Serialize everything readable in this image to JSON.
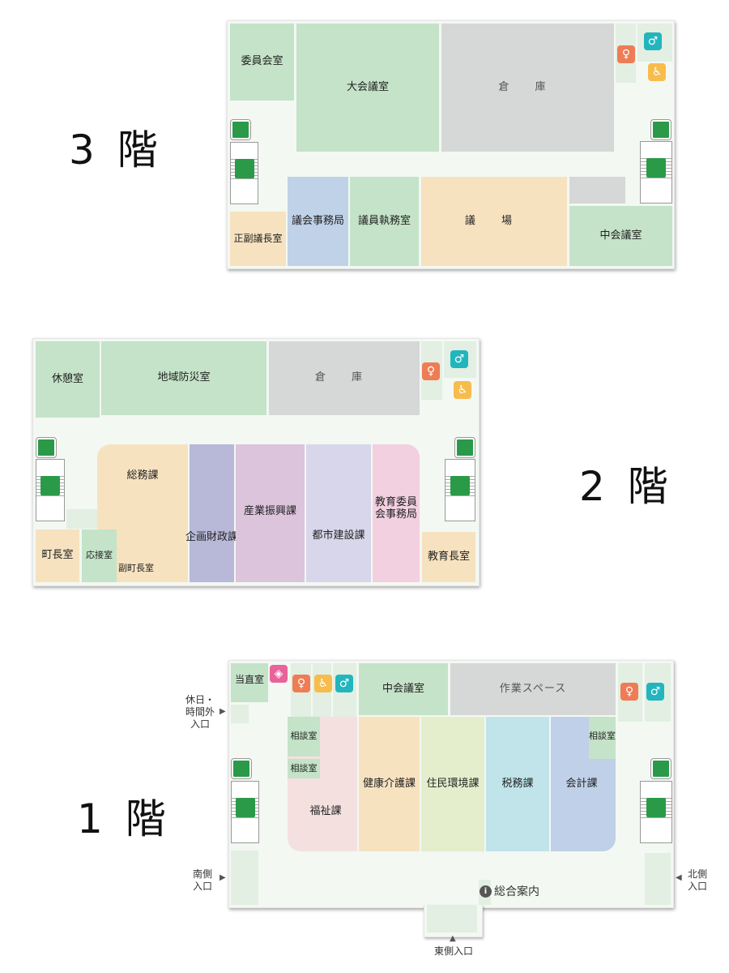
{
  "floors": {
    "f3": {
      "title": "3 階",
      "rooms": {
        "iinkai": "委員会室",
        "daikaigi": "大会議室",
        "souko": "倉 庫",
        "jimukyoku": "議会事務局",
        "shitsumu": "議員執務室",
        "gijo": "議 場",
        "chukaigi": "中会議室",
        "gichou": "正副議長室"
      }
    },
    "f2": {
      "title": "2 階",
      "rooms": {
        "kyukei": "休憩室",
        "bousai": "地域防災室",
        "souko": "倉 庫",
        "soumu": "総務課",
        "kikaku": "企画財政課",
        "sangyo": "産業振興課",
        "toshi": "都市建設課",
        "kyoiku": "教育委員会事務局",
        "chocho": "町長室",
        "osetsu": "応接室",
        "fukuchou": "副町長室",
        "kyoikucho": "教育長室"
      }
    },
    "f1": {
      "title": "1 階",
      "rooms": {
        "tochoku": "当直室",
        "chukaigi": "中会議室",
        "sagyo": "作業スペース",
        "sodan1": "相談室",
        "sodan2": "相談室",
        "sodan3": "相談室",
        "fukushi": "福祉課",
        "kenko": "健康介護課",
        "jumin": "住民環境課",
        "zeimu": "税務課",
        "kaikei": "会計課",
        "info": "総合案内"
      },
      "entrances": {
        "holiday": "休日・時間外入口",
        "south": "南側入口",
        "north": "北側入口",
        "east": "東側入口"
      }
    }
  },
  "icons": {
    "female": "female-restroom-icon",
    "male": "male-restroom-icon",
    "accessible": "accessible-restroom-icon",
    "baby": "baby-care-icon",
    "elevator": "elevator-icon",
    "stairs": "stairs-icon",
    "info": "info-icon"
  }
}
